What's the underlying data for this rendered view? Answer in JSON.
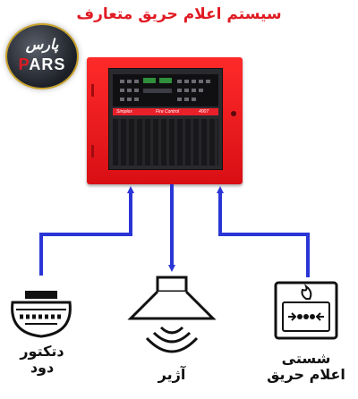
{
  "title": "سیستم اعلام حریق متعارف",
  "logo": {
    "script_text": "پارس",
    "word_prefix": "P",
    "word_suffix": "ARS"
  },
  "panel": {
    "brand": "Simplex",
    "model_text": "Fire Control",
    "model_number": "4007"
  },
  "devices": [
    {
      "id": "smoke_detector",
      "icon": "smoke-detector-icon",
      "label_lines": [
        "دتکتور",
        "دود"
      ]
    },
    {
      "id": "siren",
      "icon": "siren-icon",
      "label_lines": [
        "آژیر"
      ]
    },
    {
      "id": "manual_call_point",
      "icon": "manual-call-point-icon",
      "label_lines": [
        "شستی",
        "اعلام حریق"
      ]
    }
  ],
  "colors": {
    "title": "#e01b24",
    "wire": "#2a35d6",
    "panel": "#e8202a",
    "device": "#111111"
  }
}
